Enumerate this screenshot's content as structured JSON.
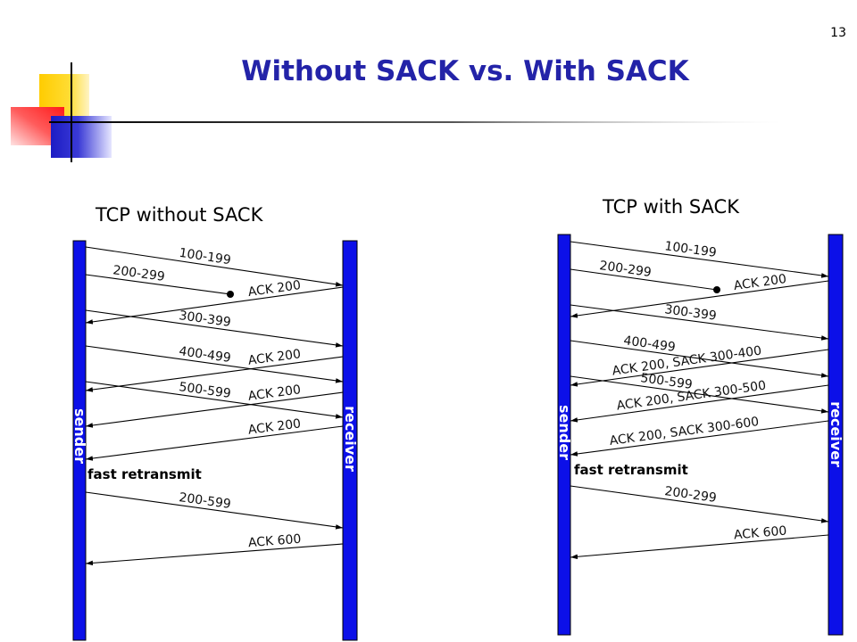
{
  "slide": {
    "page_number": "13",
    "title": "Without SACK vs. With SACK"
  },
  "without_sack": {
    "caption": "TCP without SACK",
    "sender": "sender",
    "receiver": "receiver",
    "fast_retransmit": "fast retransmit",
    "segments": [
      "100-199",
      "200-299",
      "300-399",
      "400-499",
      "500-599",
      "200-599"
    ],
    "acks": [
      "ACK 200",
      "ACK 200",
      "ACK 200",
      "ACK 200",
      "ACK 600"
    ]
  },
  "with_sack": {
    "caption": "TCP with SACK",
    "sender": "sender",
    "receiver": "receiver",
    "fast_retransmit": "fast retransmit",
    "segments": [
      "100-199",
      "200-299",
      "300-399",
      "400-499",
      "500-599",
      "200-299"
    ],
    "acks": [
      "ACK 200",
      "ACK 200, SACK 300-400",
      "ACK 200, SACK 300-500",
      "ACK 200, SACK 300-600",
      "ACK 600"
    ]
  },
  "colors": {
    "title": "#2323a8",
    "lifeline": "#0c10e8",
    "lifeline_text": "#ffffff",
    "arrow": "#000000",
    "logo_yellow": "#ffcc00",
    "logo_red": "#ff1a1a",
    "logo_blue": "#1c1cc4"
  }
}
